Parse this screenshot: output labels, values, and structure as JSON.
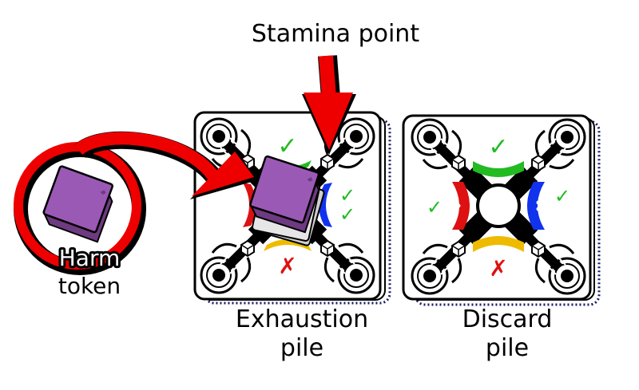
{
  "labels": {
    "stamina_point": "Stamina point",
    "harm_token_line1": "Harm",
    "harm_token_line2": "token",
    "exhaustion_pile_line1": "Exhaustion",
    "exhaustion_pile_line2": "pile",
    "discard_pile_line1": "Discard",
    "discard_pile_line2": "pile"
  },
  "colors": {
    "arrow": "#ee0000",
    "token": "#9b59b6",
    "card_green": "#22bb22",
    "card_blue": "#1133ee",
    "card_red": "#dd1111",
    "card_yellow": "#eebb00",
    "outline": "#000000"
  },
  "card_symbols": {
    "check": "✓",
    "cross": "✗"
  }
}
